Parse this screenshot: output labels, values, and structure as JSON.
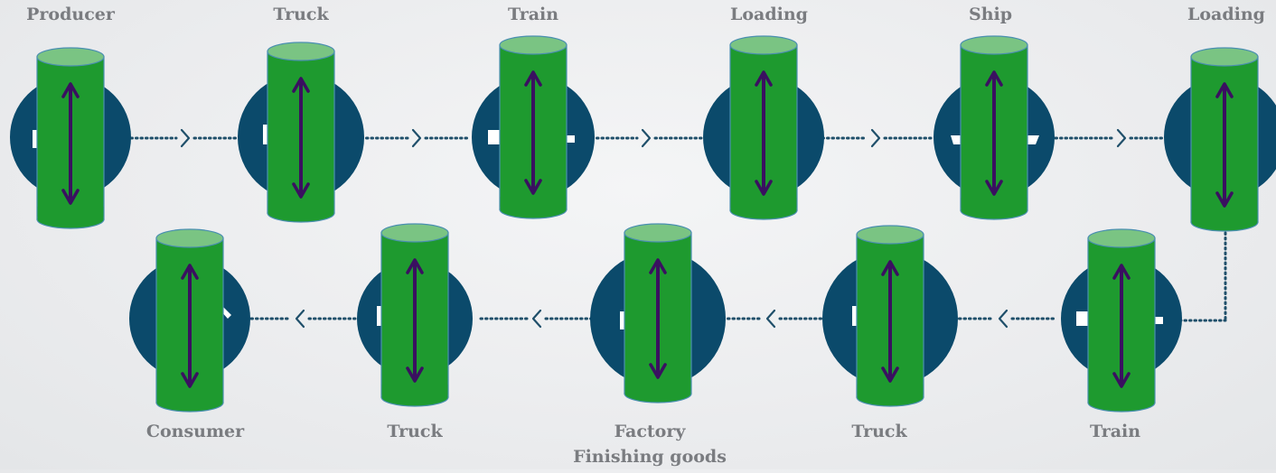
{
  "top_row": [
    {
      "label": "Producer",
      "icon": "factory-icon"
    },
    {
      "label": "Truck",
      "icon": "truck-icon"
    },
    {
      "label": "Train",
      "icon": "train-icon"
    },
    {
      "label": "Loading",
      "icon": "crane-icon"
    },
    {
      "label": "Ship",
      "icon": "ship-icon"
    },
    {
      "label": "Loading",
      "icon": "crane-icon"
    }
  ],
  "bottom_row": [
    {
      "label": "Consumer",
      "icon": "shop-icon"
    },
    {
      "label": "Truck",
      "icon": "truck-icon"
    },
    {
      "label": "Factory",
      "sublabel": "Finishing goods",
      "icon": "factory-icon"
    },
    {
      "label": "Truck",
      "icon": "truck-icon"
    },
    {
      "label": "Train",
      "icon": "train-icon"
    }
  ],
  "colors": {
    "circle": "#0b4a6b",
    "cylinder_body": "#1e9a2f",
    "cylinder_top": "#7ac483",
    "cylinder_edge": "#4a8fb0",
    "arrow": "#3a1060",
    "connector": "#1f4f6a",
    "label": "#7a7c80"
  }
}
